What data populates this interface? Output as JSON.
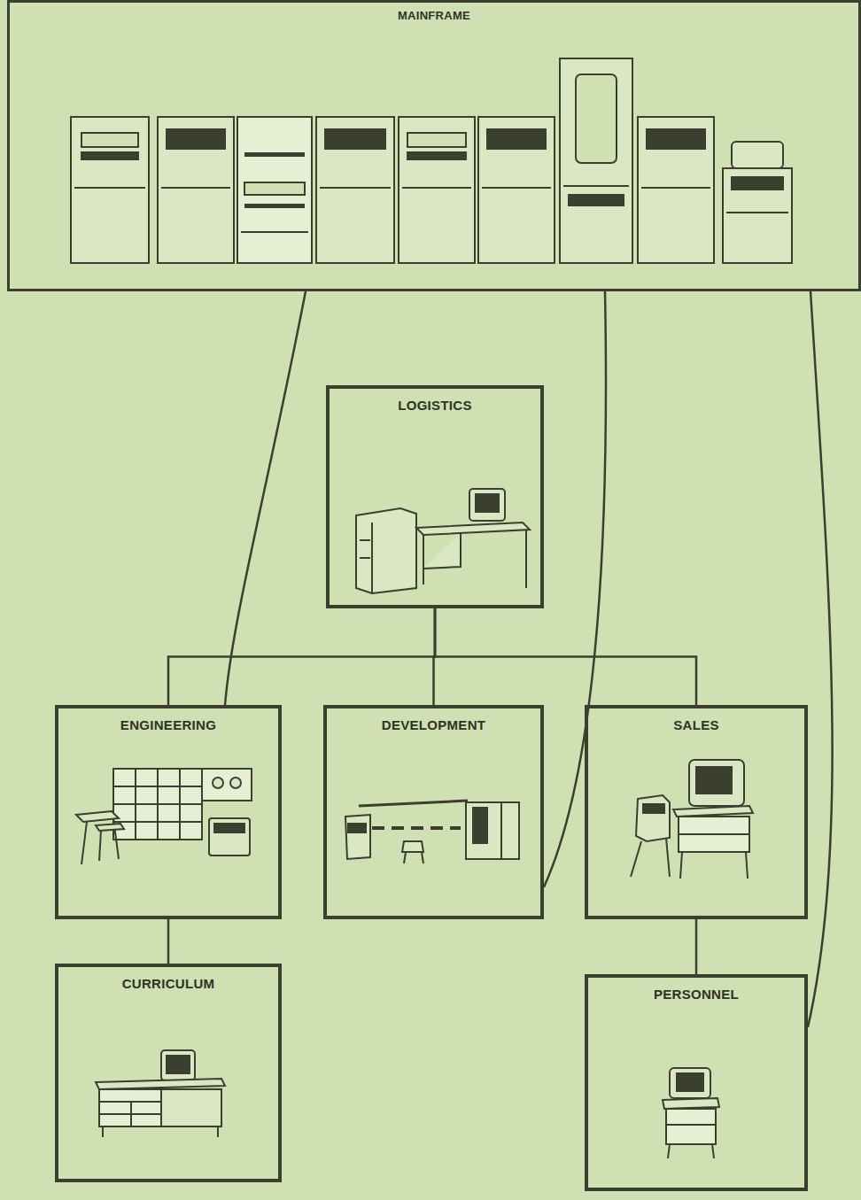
{
  "diagram": {
    "nodes": [
      {
        "text": [
          "MAINFRAME"
        ]
      },
      {
        "text": [
          "LOGISTICS"
        ]
      },
      {
        "text": [
          "ENGINEERING"
        ]
      },
      {
        "text": [
          "DEVELOPMENT"
        ]
      },
      {
        "text": [
          "SALES"
        ]
      },
      {
        "text": [
          "CURRICULUM"
        ]
      },
      {
        "text": [
          "PERSONNEL"
        ]
      }
    ],
    "edges": [
      {
        "from": 0,
        "to": 2,
        "arrow": "none"
      },
      {
        "from": 0,
        "to": 3,
        "arrow": "none"
      },
      {
        "from": 0,
        "to": 6,
        "arrow": "none"
      },
      {
        "from": 1,
        "to": 2,
        "arrow": "none"
      },
      {
        "from": 1,
        "to": 3,
        "arrow": "none"
      },
      {
        "from": 1,
        "to": 4,
        "arrow": "none"
      },
      {
        "from": 2,
        "to": 5,
        "arrow": "none"
      },
      {
        "from": 4,
        "to": 6,
        "arrow": "none"
      }
    ]
  }
}
